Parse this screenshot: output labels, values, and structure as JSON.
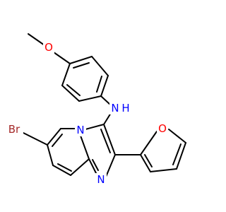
{
  "structure": {
    "atom_labels": {
      "oxygen_methoxy": "O",
      "nitrogen_amine": "N",
      "hydrogen_amine": "H",
      "bromine": "Br",
      "nitrogen_bridgehead": "N",
      "nitrogen_imidazole": "N",
      "oxygen_furan": "O"
    },
    "colors": {
      "bond": "#000000",
      "oxygen": "#ff0000",
      "nitrogen": "#0000ff",
      "bromine": "#a52a2a",
      "carbon": "#000000"
    }
  }
}
